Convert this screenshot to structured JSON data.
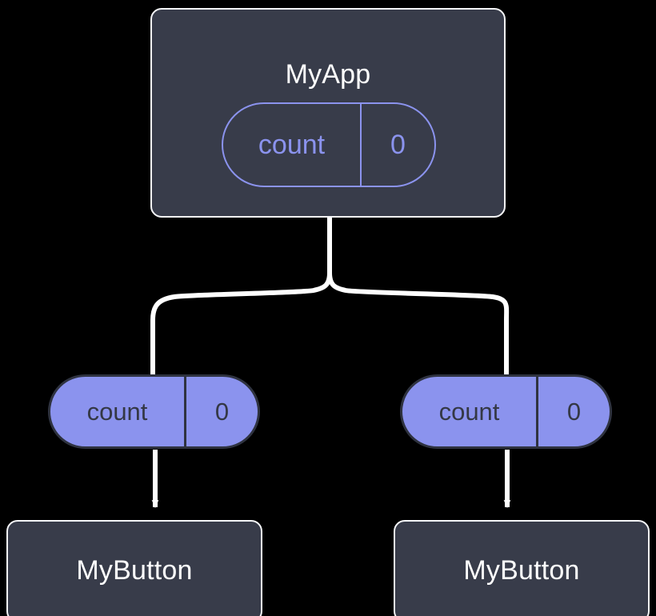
{
  "diagram": {
    "type": "component-state-tree",
    "background_color": "#000000",
    "colors": {
      "card_fill": "#383c4a",
      "card_border": "#f4f5f7",
      "card_text": "#ffffff",
      "accent": "#8b93ee",
      "pill_fill": "#8b93ee",
      "pill_text_on_fill": "#343845",
      "edge": "#ffffff"
    },
    "root": {
      "title": "MyApp",
      "state": {
        "key": "count",
        "value": "0"
      }
    },
    "children": [
      {
        "state": {
          "key": "count",
          "value": "0"
        },
        "title": "MyButton"
      },
      {
        "state": {
          "key": "count",
          "value": "0"
        },
        "title": "MyButton"
      }
    ],
    "edges": [
      {
        "name": "root-to-fork",
        "kind": "line"
      },
      {
        "name": "fork-to-left-child",
        "kind": "elbow"
      },
      {
        "name": "fork-to-right-child",
        "kind": "elbow"
      },
      {
        "name": "left-state-to-left-button",
        "kind": "arrow"
      },
      {
        "name": "right-state-to-right-button",
        "kind": "arrow"
      }
    ]
  }
}
